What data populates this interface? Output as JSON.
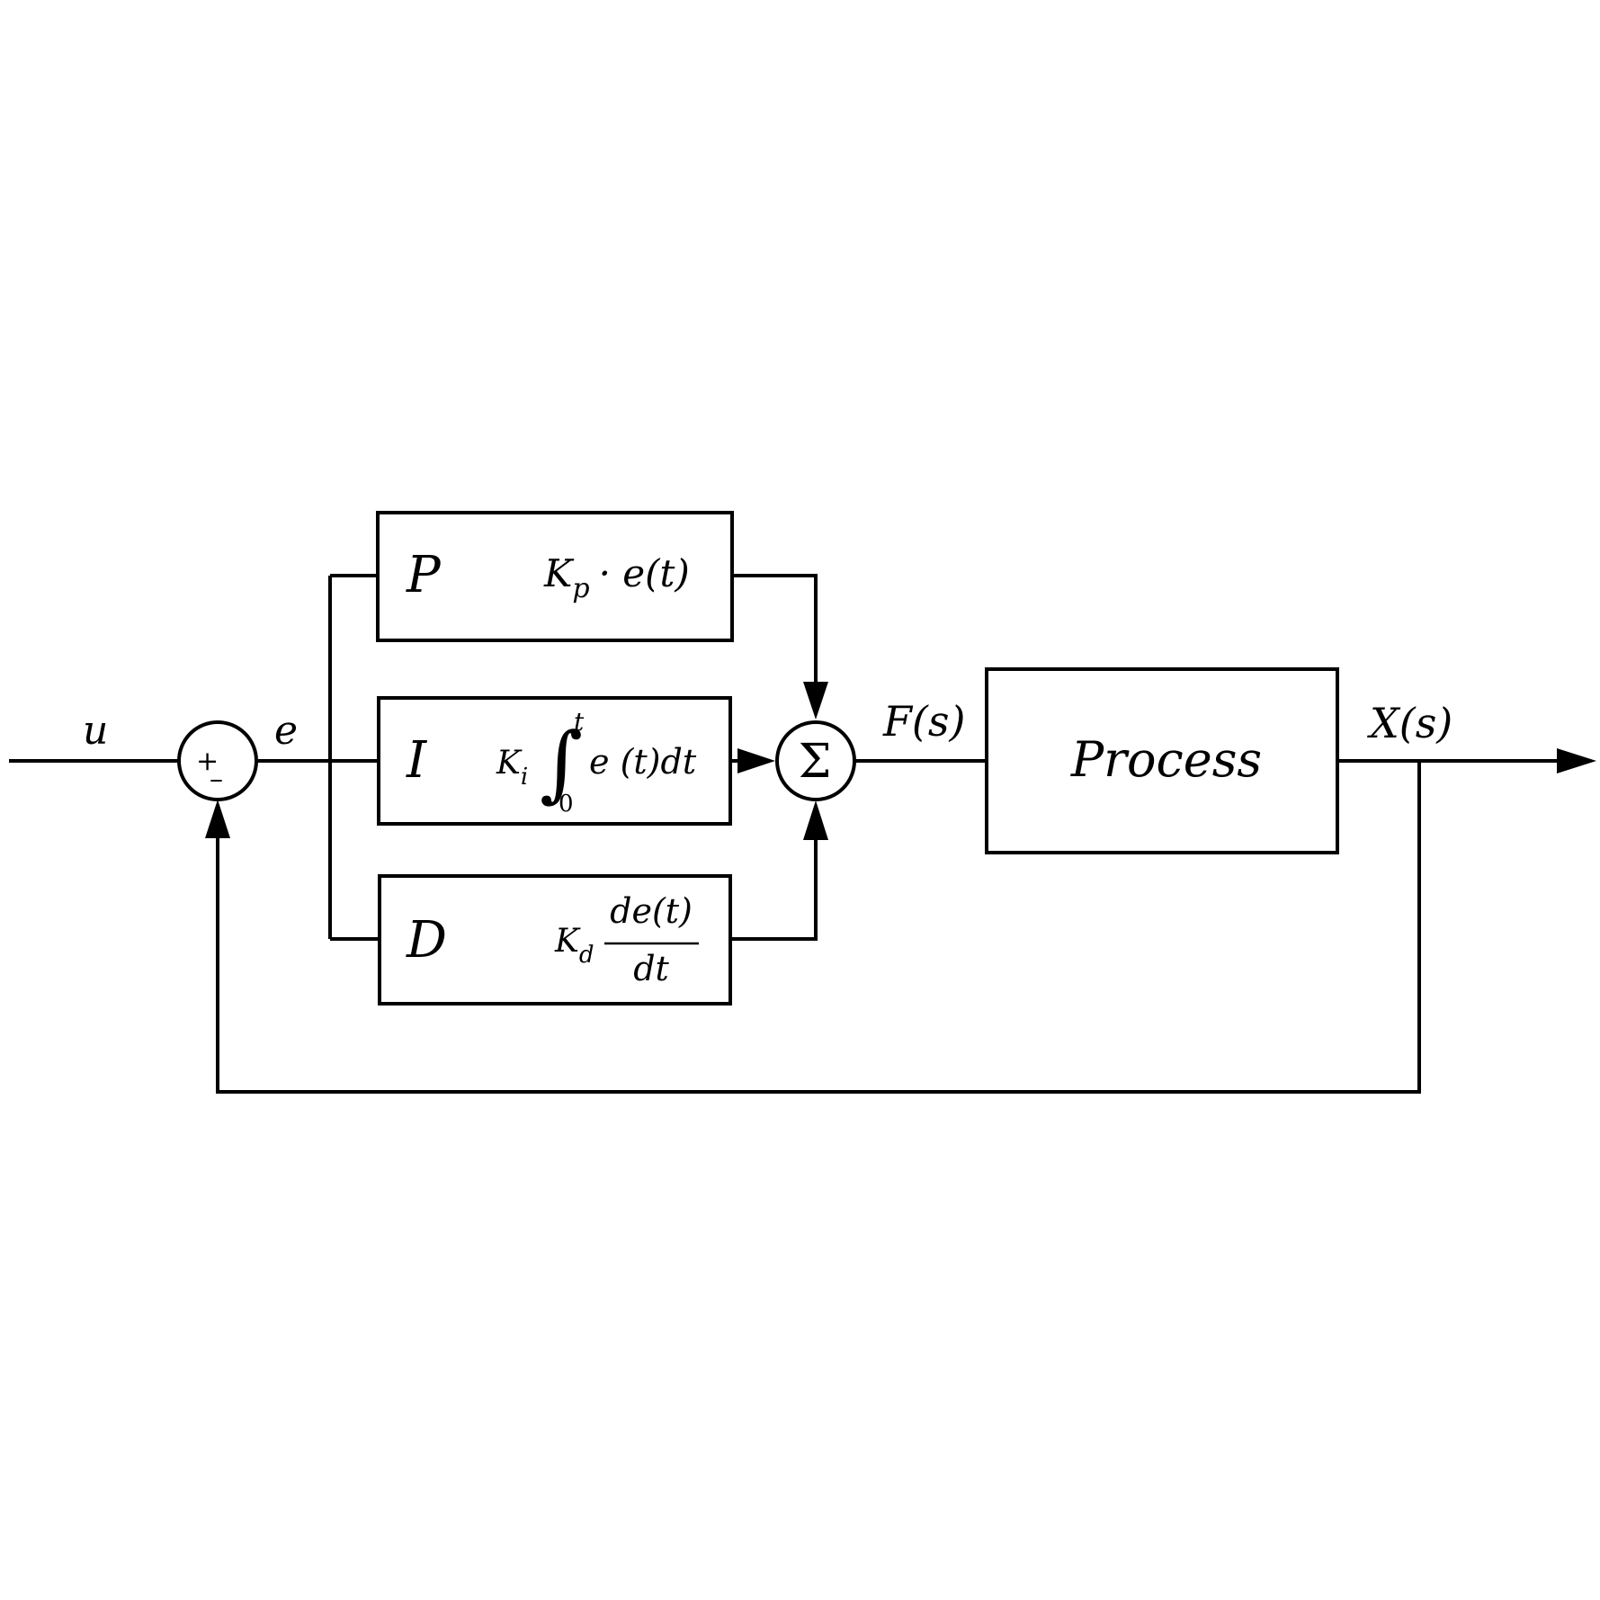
{
  "signals": {
    "input": "u",
    "error": "e",
    "controller_output": "F(s)",
    "output": "X(s)"
  },
  "summing_junction": {
    "plus_sign": "+",
    "minus_sign": "–"
  },
  "sum_node": {
    "symbol": "Σ"
  },
  "blocks": {
    "proportional": {
      "label": "P",
      "gain_symbol": "K",
      "gain_subscript": "p",
      "term": "· e(t)"
    },
    "integral": {
      "label": "I",
      "gain_symbol": "K",
      "gain_subscript": "i",
      "integral_sign": "∫",
      "upper_limit": "t",
      "lower_limit": "0",
      "integrand": "e (t)dt"
    },
    "derivative": {
      "label": "D",
      "gain_symbol": "K",
      "gain_subscript": "d",
      "numerator": "de(t)",
      "denominator": "dt"
    },
    "process": {
      "label": "Process"
    }
  }
}
